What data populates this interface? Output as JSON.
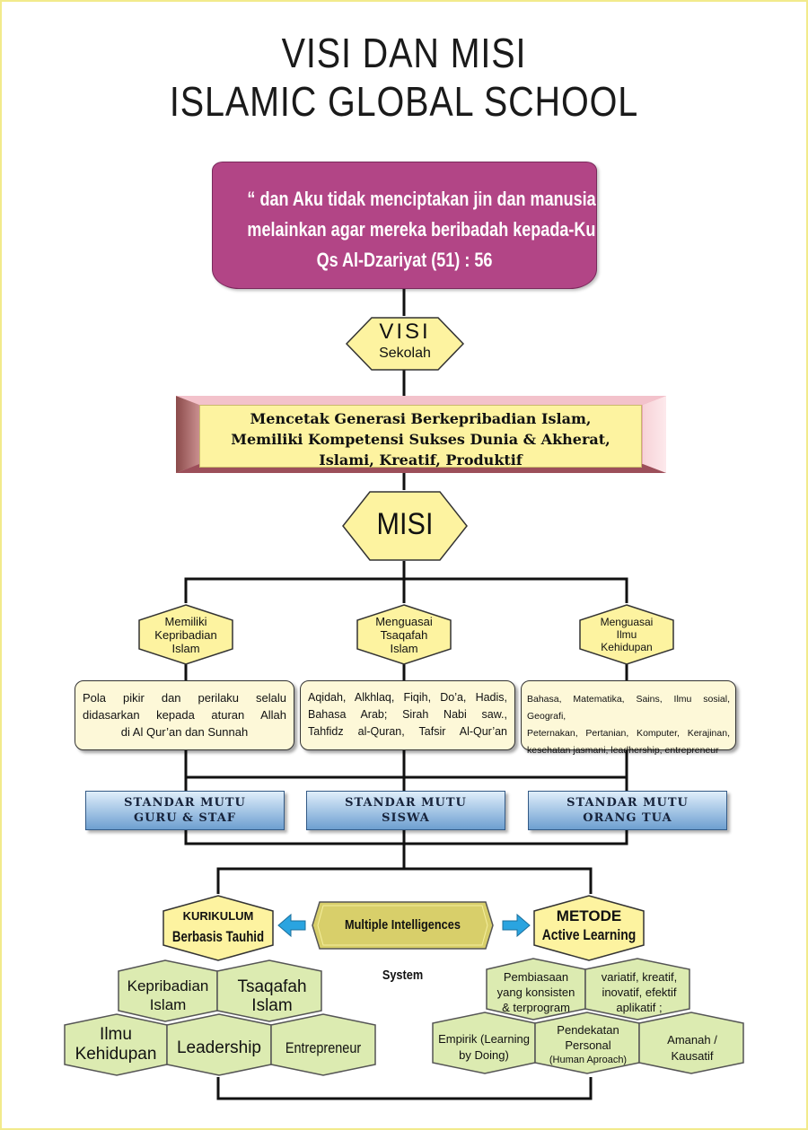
{
  "title": {
    "line1": "VISI DAN MISI",
    "line2": "ISLAMIC GLOBAL SCHOOL"
  },
  "quote": {
    "line1": "“ dan Aku tidak menciptakan jin dan manusia",
    "line2": "melainkan agar mereka beribadah kepada-Ku ” .",
    "line3": "Qs Al-Dzariyat (51) : 56"
  },
  "visi": {
    "label": "VISI",
    "sub": "Sekolah",
    "statement": [
      "Mencetak Generasi Berkepribadian Islam,",
      "Memiliki Kompetensi Sukses Dunia & Akherat,",
      "Islami, Kreatif, Produktif"
    ]
  },
  "misi": {
    "label": "MISI",
    "pillars": [
      {
        "lines": [
          "Memiliki",
          "Kepribadian",
          "Islam"
        ],
        "desc": [
          "Pola pikir dan perilaku selalu",
          "didasarkan kepada aturan Allah",
          "di Al Qur’an dan Sunnah"
        ]
      },
      {
        "lines": [
          "Menguasai",
          "Tsaqafah",
          "Islam"
        ],
        "desc": [
          "Aqidah, Alkhlaq, Fiqih, Do’a, Hadis,",
          "Bahasa Arab; Sirah Nabi saw.,",
          "Tahfidz al-Quran, Tafsir Al-Qur’an"
        ]
      },
      {
        "lines": [
          "Menguasai",
          "Ilmu",
          "Kehidupan"
        ],
        "desc": [
          "Bahasa, Matematika, Sains, Ilmu sosial, Geografi,",
          "Peternakan, Pertanian, Komputer, Kerajinan,",
          "kesehatan jasmani, leadhership, entrepreneur"
        ]
      }
    ]
  },
  "standards": [
    [
      "STANDAR MUTU",
      "GURU & STAF"
    ],
    [
      "STANDAR MUTU",
      "SISWA"
    ],
    [
      "STANDAR MUTU",
      "ORANG TUA"
    ]
  ],
  "kurikulum": {
    "line1": "KURIKULUM",
    "line2": "Berbasis Tauhid",
    "cells": [
      "Kepribadian Islam",
      "Tsaqafah Islam",
      "Ilmu Kehidupan",
      "Leadership",
      "Entrepreneur"
    ]
  },
  "center": "Multiple Intelligences System",
  "metode": {
    "line1": "METODE",
    "line2": "Active Learning",
    "cells": [
      [
        "Pembiasaan",
        "yang konsisten",
        "& terprogram"
      ],
      [
        "variatif, kreatif,",
        "inovatif, efektif",
        "aplikatif ;"
      ],
      [
        "Empirik (Learning",
        "by Doing)"
      ],
      [
        "Pendekatan",
        "Personal",
        "(Human Aproach)"
      ],
      [
        "Amanah /",
        "Kausatif"
      ]
    ]
  },
  "colors": {
    "quote": "#b24586",
    "hex": "#fdf3a0",
    "hexGreen": "#dcebb1",
    "std": "#6d9fd0",
    "arrow": "#2aa4e0"
  }
}
